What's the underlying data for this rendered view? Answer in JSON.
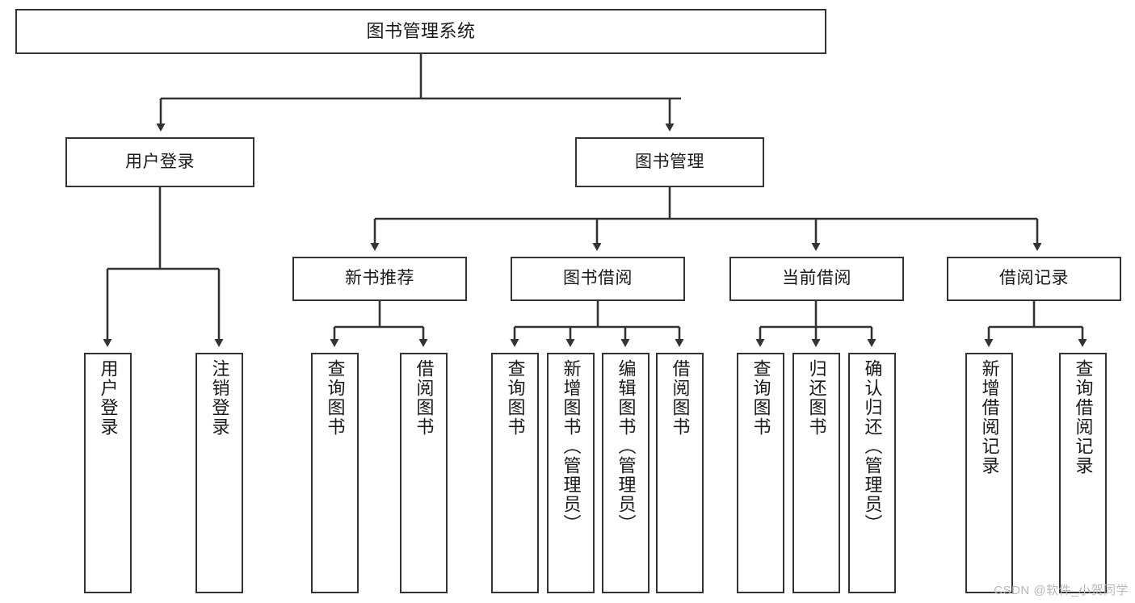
{
  "diagram": {
    "type": "tree",
    "title": "图书管理系统",
    "orientation": "top-down",
    "watermark": "CSDN @软件_小贺同学",
    "colors": {
      "box_border": "#333333",
      "box_fill": "#ffffff",
      "connector": "#333333",
      "text": "#1a1a1a",
      "watermark": "#b9b9b9"
    },
    "nodes": {
      "root": {
        "label": "图书管理系统"
      },
      "level1": [
        {
          "id": "user-login",
          "label": "用户登录"
        },
        {
          "id": "book-manage",
          "label": "图书管理"
        }
      ],
      "level2": [
        {
          "id": "new-book-recommend",
          "label": "新书推荐",
          "parent": "book-manage"
        },
        {
          "id": "book-borrow",
          "label": "图书借阅",
          "parent": "book-manage"
        },
        {
          "id": "current-borrow",
          "label": "当前借阅",
          "parent": "book-manage"
        },
        {
          "id": "borrow-record",
          "label": "借阅记录",
          "parent": "book-manage"
        }
      ],
      "leaves": [
        {
          "id": "leaf-user-login",
          "label": "用户登录",
          "parent": "user-login"
        },
        {
          "id": "leaf-logout-login",
          "label": "注销登录",
          "parent": "user-login"
        },
        {
          "id": "leaf-query-book-1",
          "label": "查询图书",
          "parent": "new-book-recommend"
        },
        {
          "id": "leaf-borrow-book-1",
          "label": "借阅图书",
          "parent": "new-book-recommend"
        },
        {
          "id": "leaf-query-book-2",
          "label": "查询图书",
          "parent": "book-borrow"
        },
        {
          "id": "leaf-add-book",
          "label": "新增图书（管理员）",
          "parent": "book-borrow"
        },
        {
          "id": "leaf-edit-book",
          "label": "编辑图书（管理员）",
          "parent": "book-borrow"
        },
        {
          "id": "leaf-borrow-book-2",
          "label": "借阅图书",
          "parent": "book-borrow"
        },
        {
          "id": "leaf-query-book-3",
          "label": "查询图书",
          "parent": "current-borrow"
        },
        {
          "id": "leaf-return-book",
          "label": "归还图书",
          "parent": "current-borrow"
        },
        {
          "id": "leaf-confirm-return",
          "label": "确认归还（管理员）",
          "parent": "current-borrow"
        },
        {
          "id": "leaf-add-record",
          "label": "新增借阅记录",
          "parent": "borrow-record"
        },
        {
          "id": "leaf-query-record",
          "label": "查询借阅记录",
          "parent": "borrow-record"
        }
      ]
    }
  }
}
